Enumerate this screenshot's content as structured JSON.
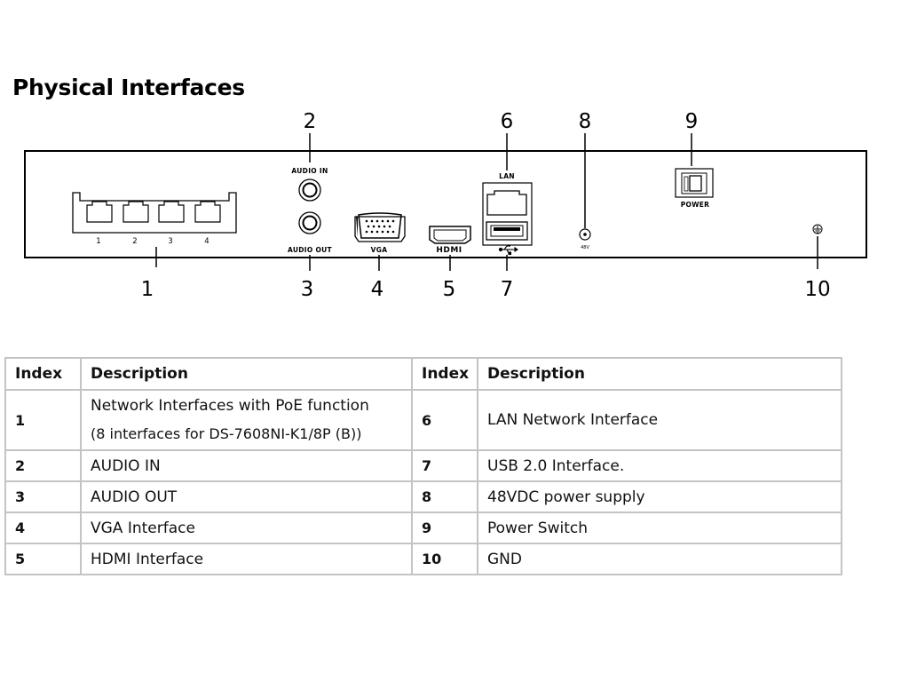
{
  "title": "Physical Interfaces",
  "diagram": {
    "callouts": [
      "1",
      "2",
      "3",
      "4",
      "5",
      "6",
      "7",
      "8",
      "9",
      "10"
    ],
    "labels": {
      "audio_in": "AUDIO IN",
      "audio_out": "AUDIO OUT",
      "vga": "VGA",
      "lan": "LAN",
      "hdmi": "HDMI",
      "dc": "48V",
      "power": "POWER"
    },
    "poe_port_numbers": [
      "1",
      "2",
      "3",
      "4"
    ],
    "icons": {
      "usb": "usb-icon",
      "ground": "ground-icon"
    }
  },
  "table": {
    "headers": {
      "index_left": "Index",
      "description_left": "Description",
      "index_right": "Index",
      "description_right": "Description"
    },
    "rows": [
      {
        "left_index": "1",
        "left_desc": "Network Interfaces with PoE function",
        "left_desc_2": "(8 interfaces for DS-7608NI-K1/8P (B))",
        "right_index": "6",
        "right_desc": "LAN Network Interface"
      },
      {
        "left_index": "2",
        "left_desc": "AUDIO IN",
        "right_index": "7",
        "right_desc": "USB 2.0 Interface."
      },
      {
        "left_index": "3",
        "left_desc": "AUDIO OUT",
        "right_index": "8",
        "right_desc": "48VDC power supply"
      },
      {
        "left_index": "4",
        "left_desc": "VGA Interface",
        "right_index": "9",
        "right_desc": "Power Switch"
      },
      {
        "left_index": "5",
        "left_desc": "HDMI Interface",
        "right_index": "10",
        "right_desc": "GND"
      }
    ]
  }
}
